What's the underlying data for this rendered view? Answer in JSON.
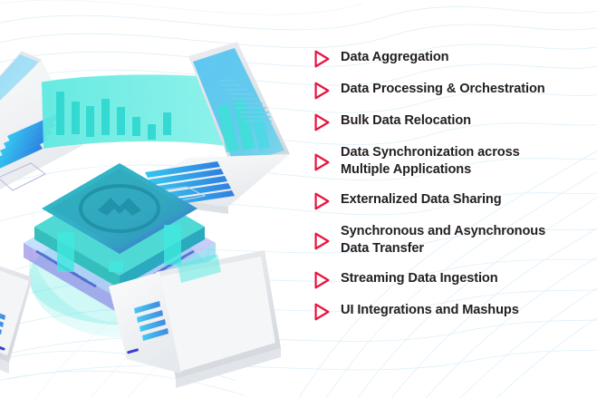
{
  "page": {
    "background_color": "#ffffff",
    "wave_color": "#dff0f8"
  },
  "theme": {
    "accent_red": "#e8133f",
    "text_color": "#231f20",
    "turquoise": "#3fe0d8",
    "cyan": "#2ecfe0",
    "blue": "#4cb9ec",
    "deep_blue": "#3c5fd0",
    "purple": "#7c6ce0",
    "laptop_body": "#f2f3f5",
    "laptop_shadow": "#dfe2e6"
  },
  "features": {
    "bullet_icon": "triangle-right-outline-icon",
    "items": [
      {
        "label": "Data Aggregation",
        "lines": 1
      },
      {
        "label": "Data Processing & Orchestration",
        "lines": 1
      },
      {
        "label": "Bulk Data Relocation",
        "lines": 1
      },
      {
        "label": "Data Synchronization across\n Multiple Applications",
        "lines": 2
      },
      {
        "label": "Externalized Data Sharing",
        "lines": 1
      },
      {
        "label": "Synchronous and Asynchronous\n Data Transfer",
        "lines": 2
      },
      {
        "label": "Streaming Data Ingestion",
        "lines": 1
      },
      {
        "label": "UI Integrations and Mashups",
        "lines": 1
      }
    ]
  },
  "illustration": {
    "name": "isometric-data-integration-illustration",
    "chart_panel": {
      "name": "floating-bar-chart-panel",
      "bar_count": 8,
      "bar_heights": [
        62,
        44,
        48,
        52,
        40,
        26,
        18,
        24
      ]
    },
    "laptops": [
      {
        "name": "laptop-top-left"
      },
      {
        "name": "laptop-top-right"
      },
      {
        "name": "laptop-bottom-left"
      },
      {
        "name": "laptop-bottom-right"
      }
    ],
    "chip": {
      "name": "central-processor-chip",
      "logo": "circular-m-logo-icon"
    }
  }
}
